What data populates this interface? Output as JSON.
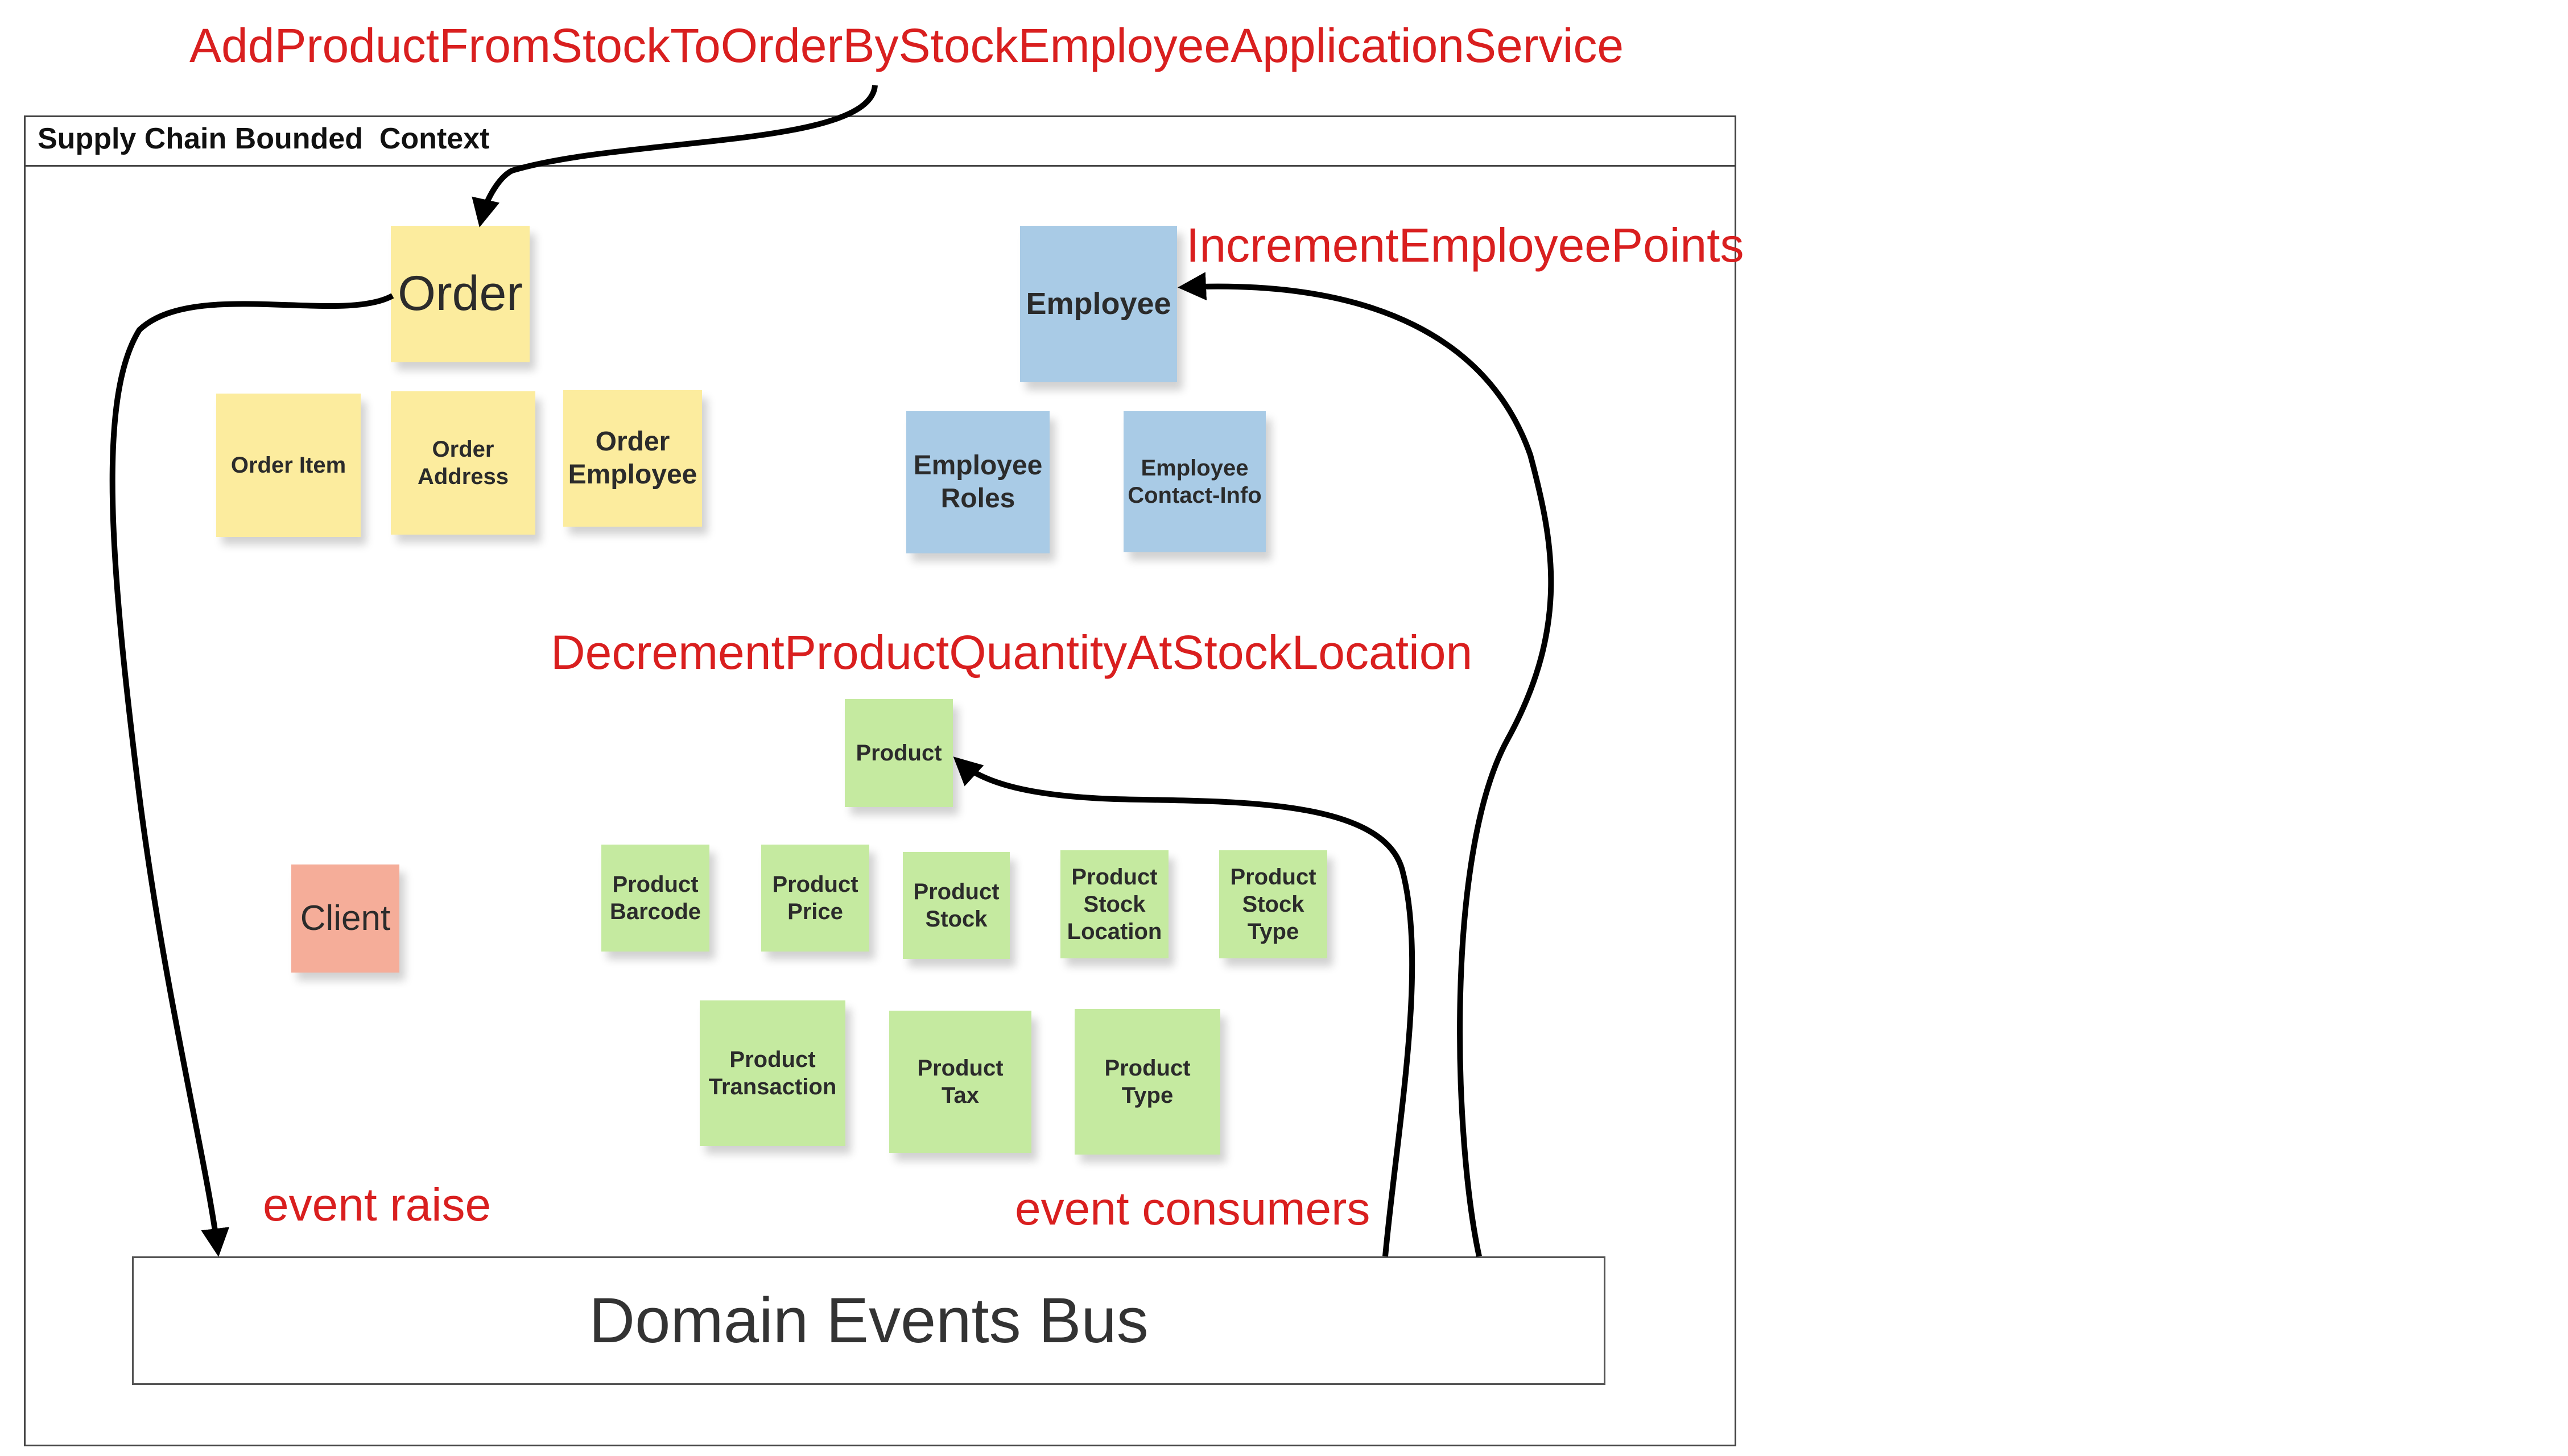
{
  "diagram": {
    "service_label": "AddProductFromStockToOrderByStockEmployeeApplicationService",
    "context_title": "Supply Chain Bounded  Context",
    "labels": {
      "increment_employee_points": "IncrementEmployeePoints",
      "decrement_product_quantity": "DecrementProductQuantityAtStockLocation",
      "event_raise": "event raise",
      "event_consumers": "event consumers"
    },
    "bus_label": "Domain Events Bus",
    "notes": {
      "order": "Order",
      "order_item": "Order Item",
      "order_address": "Order\nAddress",
      "order_employee": "Order\nEmployee",
      "employee": "Employee",
      "employee_roles": "Employee\nRoles",
      "employee_contact_info": "Employee\nContact-Info",
      "product": "Product",
      "client": "Client",
      "product_barcode": "Product\nBarcode",
      "product_price": "Product\nPrice",
      "product_stock": "Product\nStock",
      "product_stock_location": "Product\nStock\nLocation",
      "product_stock_type": "Product\nStock\nType",
      "product_transaction": "Product\nTransaction",
      "product_tax": "Product\nTax",
      "product_type": "Product\nType"
    },
    "colors": {
      "label_red": "#d91f1f",
      "note_yellow": "#fcec9e",
      "note_blue": "#a9cbe6",
      "note_green": "#c5eaa0",
      "note_salmon": "#f5ad99"
    }
  }
}
